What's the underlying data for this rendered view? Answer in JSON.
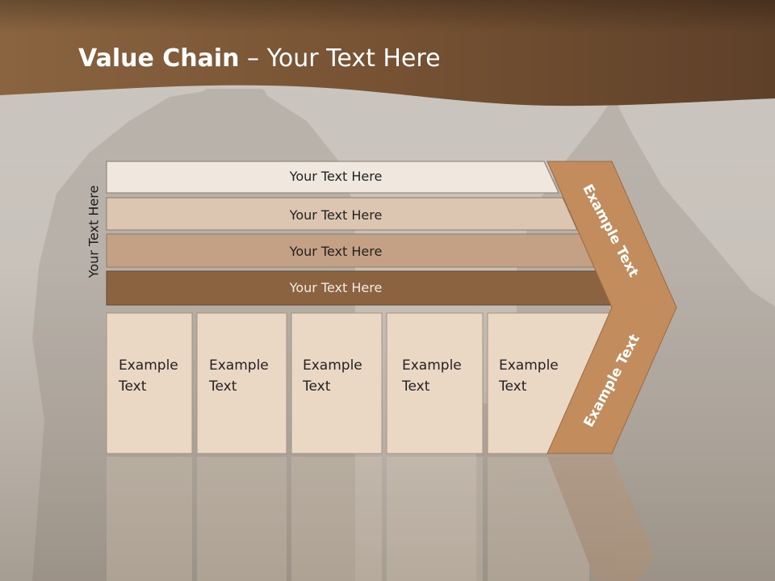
{
  "slide": {
    "title_bold": "Value Chain",
    "title_rest": " – Your Text Here",
    "vertical_label": "Your Text Here",
    "bars": [
      {
        "label": "Your Text Here",
        "fill": "#f0e7de"
      },
      {
        "label": "Your Text Here",
        "fill": "#ddc6b1"
      },
      {
        "label": "Your Text Here",
        "fill": "#c4a184"
      },
      {
        "label": "Your Text Here",
        "fill": "#8b6341"
      }
    ],
    "boxes": [
      {
        "line1": "Example",
        "line2": "Text"
      },
      {
        "line1": "Example",
        "line2": "Text"
      },
      {
        "line1": "Example",
        "line2": "Text"
      },
      {
        "line1": "Example",
        "line2": "Text"
      },
      {
        "line1": "Example",
        "line2": "Text"
      }
    ],
    "arrow_upper_text": "Example Text",
    "arrow_lower_text": "Example Text",
    "colors": {
      "header_band": "#7a5633",
      "arrow_fill": "#c28c5c",
      "box_fill": "#ead8c5"
    }
  }
}
